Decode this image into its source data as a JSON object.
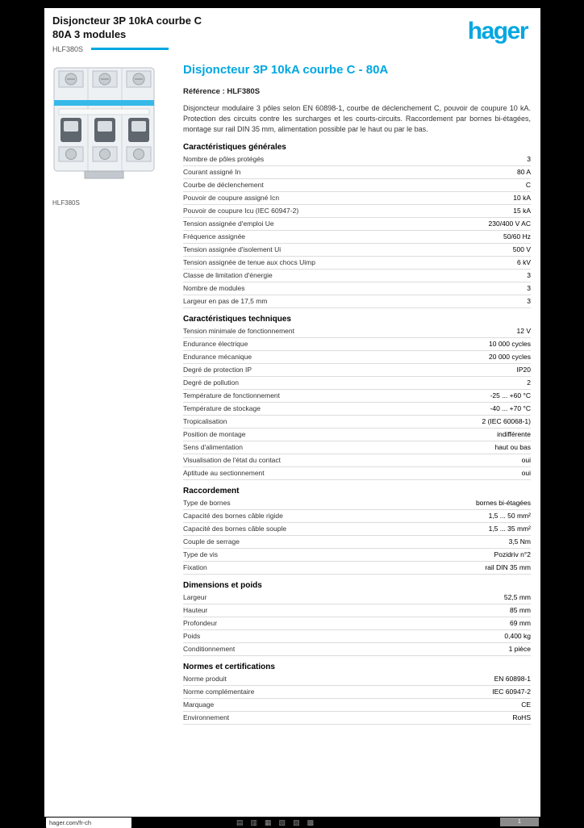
{
  "header": {
    "title_line1": "Disjoncteur 3P 10kA courbe C",
    "title_line2": "80A 3 modules",
    "reference": "HLF380S",
    "logo": "hager",
    "accent_color": "#00a7e1"
  },
  "product": {
    "image_caption": "HLF380S"
  },
  "main": {
    "heading": "Disjoncteur 3P 10kA courbe C - 80A",
    "subheading": "Référence : HLF380S",
    "description": "Disjoncteur modulaire 3 pôles selon EN 60898-1, courbe de déclenchement C, pouvoir de coupure 10 kA. Protection des circuits contre les surcharges et les courts-circuits. Raccordement par bornes bi-étagées, montage sur rail DIN 35 mm, alimentation possible par le haut ou par le bas."
  },
  "sections": [
    {
      "title": "Caractéristiques générales",
      "rows": [
        {
          "label": "Nombre de pôles protégés",
          "value": "3"
        },
        {
          "label": "Courant assigné In",
          "value": "80 A"
        },
        {
          "label": "Courbe de déclenchement",
          "value": "C"
        },
        {
          "label": "Pouvoir de coupure assigné Icn",
          "value": "10 kA"
        },
        {
          "label": "Pouvoir de coupure Icu (IEC 60947-2)",
          "value": "15 kA"
        },
        {
          "label": "Tension assignée d'emploi Ue",
          "value": "230/400 V AC"
        },
        {
          "label": "Fréquence assignée",
          "value": "50/60 Hz"
        },
        {
          "label": "Tension assignée d'isolement Ui",
          "value": "500 V"
        },
        {
          "label": "Tension assignée de tenue aux chocs Uimp",
          "value": "6 kV"
        },
        {
          "label": "Classe de limitation d'énergie",
          "value": "3"
        },
        {
          "label": "Nombre de modules",
          "value": "3"
        },
        {
          "label": "Largeur en pas de 17,5 mm",
          "value": "3"
        }
      ]
    },
    {
      "title": "Caractéristiques techniques",
      "rows": [
        {
          "label": "Tension minimale de fonctionnement",
          "value": "12 V"
        },
        {
          "label": "Endurance électrique",
          "value": "10 000 cycles"
        },
        {
          "label": "Endurance mécanique",
          "value": "20 000 cycles"
        },
        {
          "label": "Degré de protection IP",
          "value": "IP20"
        },
        {
          "label": "Degré de pollution",
          "value": "2"
        },
        {
          "label": "Température de fonctionnement",
          "value": "-25 ... +60 °C"
        },
        {
          "label": "Température de stockage",
          "value": "-40 ... +70 °C"
        },
        {
          "label": "Tropicalisation",
          "value": "2 (IEC 60068-1)"
        },
        {
          "label": "Position de montage",
          "value": "indifférente"
        },
        {
          "label": "Sens d'alimentation",
          "value": "haut ou bas"
        },
        {
          "label": "Visualisation de l'état du contact",
          "value": "oui"
        },
        {
          "label": "Aptitude au sectionnement",
          "value": "oui"
        }
      ]
    },
    {
      "title": "Raccordement",
      "rows": [
        {
          "label": "Type de bornes",
          "value": "bornes bi-étagées"
        },
        {
          "label": "Capacité des bornes câble rigide",
          "value": "1,5 ... 50 mm²"
        },
        {
          "label": "Capacité des bornes câble souple",
          "value": "1,5 ... 35 mm²"
        },
        {
          "label": "Couple de serrage",
          "value": "3,5 Nm"
        },
        {
          "label": "Type de vis",
          "value": "Pozidriv n°2"
        },
        {
          "label": "Fixation",
          "value": "rail DIN 35 mm"
        }
      ]
    },
    {
      "title": "Dimensions et poids",
      "rows": [
        {
          "label": "Largeur",
          "value": "52,5 mm"
        },
        {
          "label": "Hauteur",
          "value": "85 mm"
        },
        {
          "label": "Profondeur",
          "value": "69 mm"
        },
        {
          "label": "Poids",
          "value": "0,400 kg"
        },
        {
          "label": "Conditionnement",
          "value": "1 pièce"
        }
      ]
    },
    {
      "title": "Normes et certifications",
      "rows": [
        {
          "label": "Norme produit",
          "value": "EN 60898-1"
        },
        {
          "label": "Norme complémentaire",
          "value": "IEC 60947-2"
        },
        {
          "label": "Marquage",
          "value": "CE"
        },
        {
          "label": "Environnement",
          "value": "RoHS"
        }
      ]
    }
  ],
  "footer": {
    "site": "hager.com/fr-ch",
    "page_label": "1",
    "icons": [
      {
        "glyph": "▤"
      },
      {
        "glyph": "▥"
      },
      {
        "glyph": "▦"
      },
      {
        "glyph": "▧"
      },
      {
        "glyph": "▨"
      },
      {
        "glyph": "▩"
      }
    ]
  }
}
